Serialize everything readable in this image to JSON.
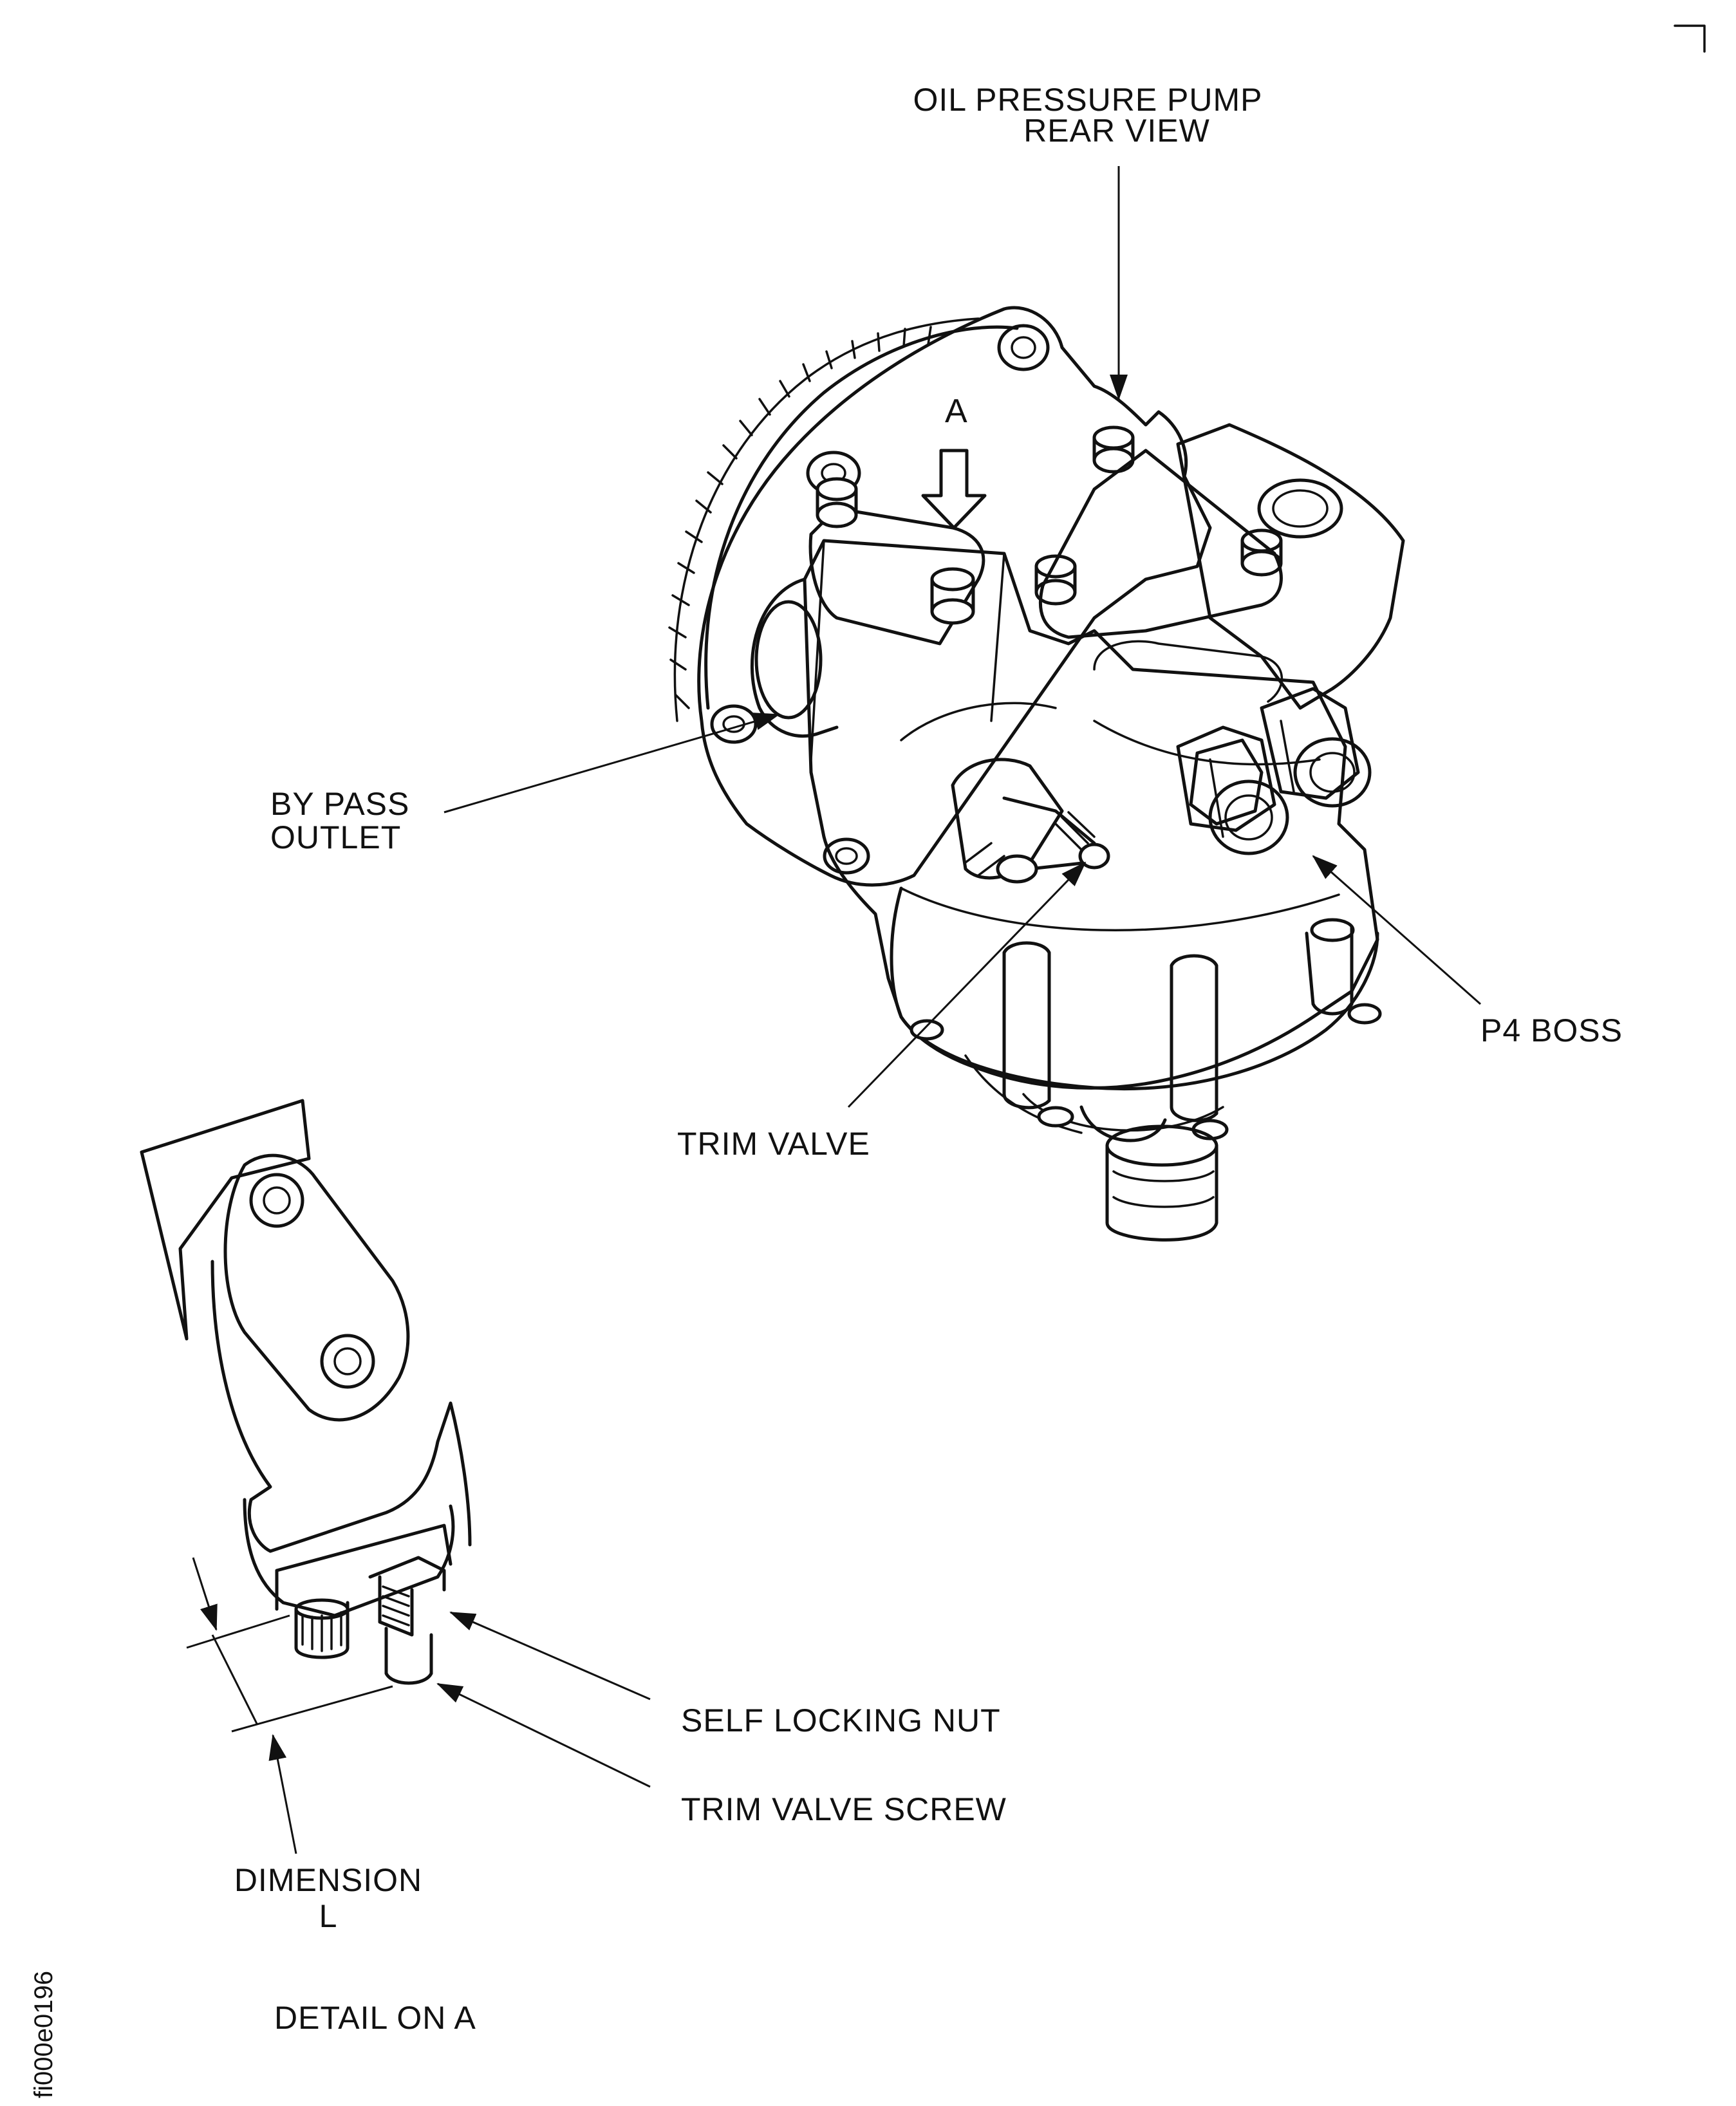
{
  "figure": {
    "title_line1": "OIL PRESSURE PUMP",
    "title_line2": "REAR VIEW",
    "view_marker": "A",
    "figure_id": "fi000e0196",
    "detail_caption": "DETAIL ON A"
  },
  "callouts": {
    "bypass_line1": "BY PASS",
    "bypass_line2": "OUTLET",
    "p4_boss": "P4 BOSS",
    "trim_valve": "TRIM VALVE",
    "self_locking_nut": "SELF LOCKING NUT",
    "trim_valve_screw": "TRIM VALVE SCREW",
    "dimension_line1": "DIMENSION",
    "dimension_line2": "L"
  }
}
